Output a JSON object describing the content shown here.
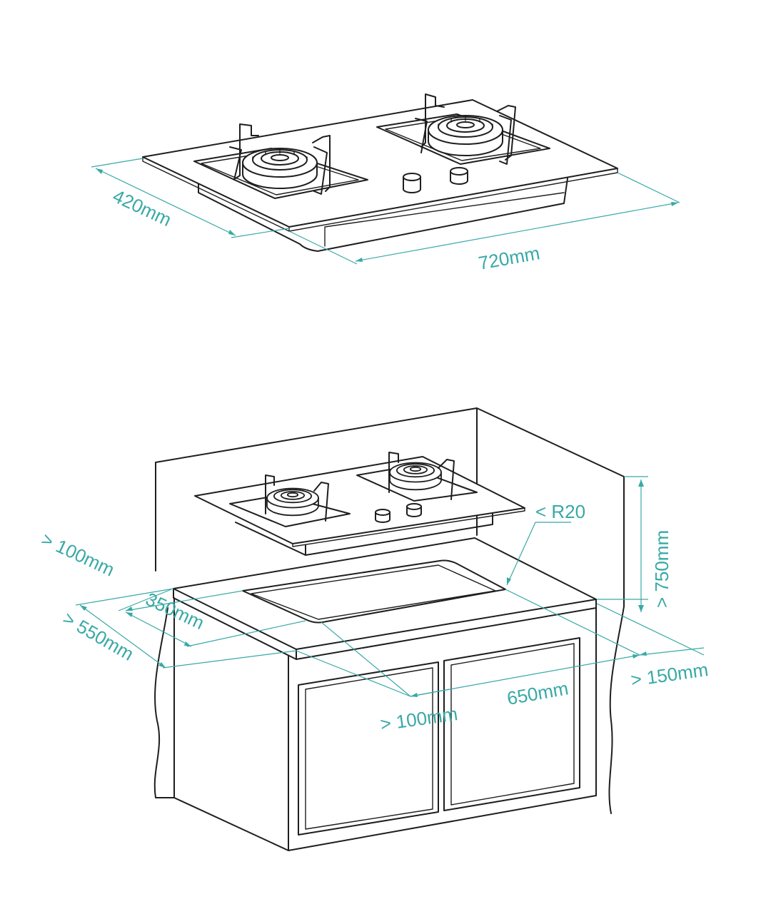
{
  "colors": {
    "ink": "#1e1e1e",
    "dimension": "#38a9a6",
    "background": "#ffffff"
  },
  "hob_view": {
    "depth_label": "420mm",
    "width_label": "720mm"
  },
  "installation_view": {
    "radius_label": "< R20",
    "side_clearance_left": "> 100mm",
    "cutout_depth": "350mm",
    "counter_depth": "> 550mm",
    "front_clearance": "> 100mm",
    "cutout_width": "650mm",
    "side_clearance_right": "> 150mm",
    "hood_height": "> 750mm"
  }
}
